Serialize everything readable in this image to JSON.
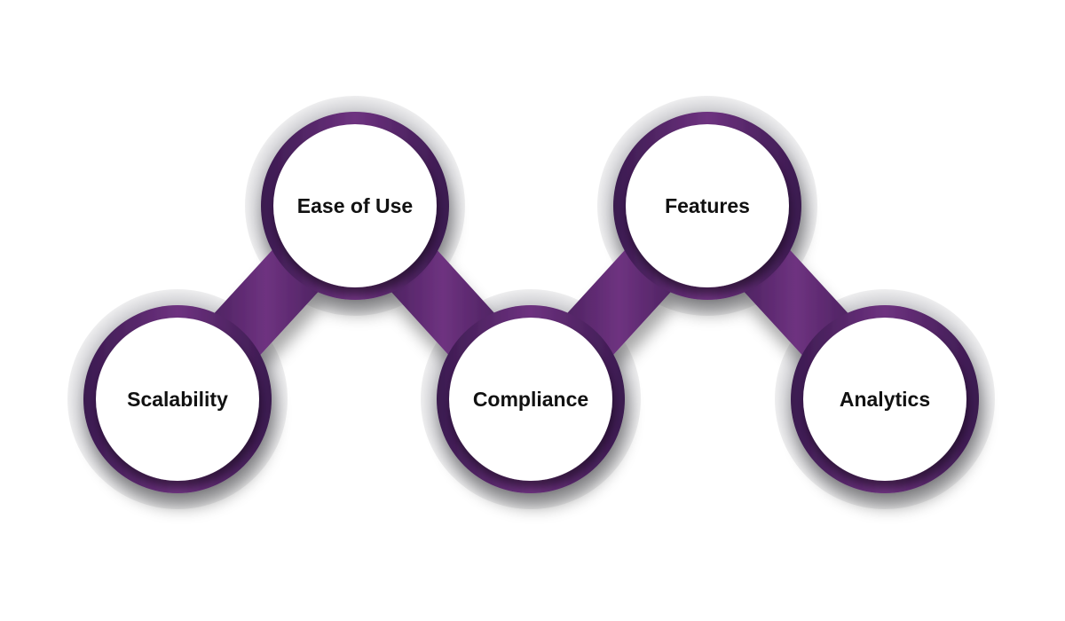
{
  "diagram": {
    "colors": {
      "background": "#ffffff",
      "ring_dark": "#3a1a4f",
      "ring_mid": "#5a2a72",
      "ring_light": "#6e3280",
      "halo_outer": "#e6e6e8",
      "halo_inner": "#c9c9cd",
      "inner_fill": "#ffffff",
      "label_color": "#111111"
    },
    "nodes": [
      {
        "id": "scalability",
        "label": "Scalability"
      },
      {
        "id": "ease-of-use",
        "label": "Ease of Use"
      },
      {
        "id": "compliance",
        "label": "Compliance"
      },
      {
        "id": "features",
        "label": "Features"
      },
      {
        "id": "analytics",
        "label": "Analytics"
      }
    ]
  }
}
